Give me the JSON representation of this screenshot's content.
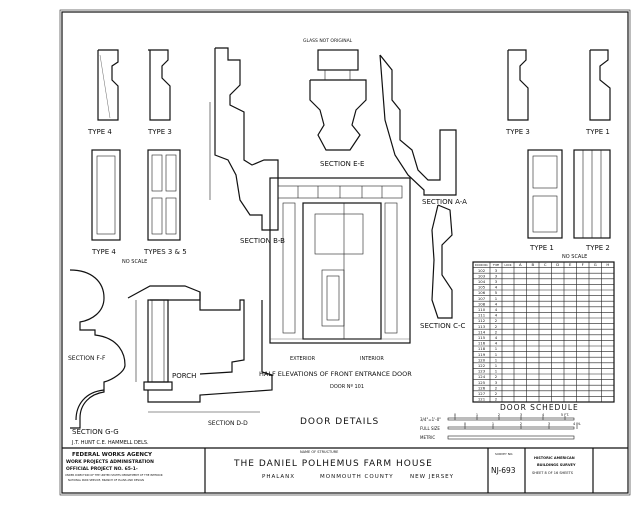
{
  "labels": {
    "type4_top": "TYPE 4",
    "type3_top": "TYPE 3",
    "glass_note": "GLASS NOT ORIGINAL",
    "section_ee": "SECTION E-E",
    "type3_right": "TYPE 3",
    "type1_right": "TYPE 1",
    "section_bb": "SECTION B-B",
    "type4_panel": "TYPE 4",
    "types35_panel": "TYPES 3 & 5",
    "no_scale_left": "NO SCALE",
    "section_aa": "SECTION A-A",
    "type1_panel": "TYPE 1",
    "type2_panel": "TYPE 2",
    "no_scale_right": "NO SCALE",
    "section_cc": "SECTION C-C",
    "section_ff": "SECTION F-F",
    "porch": "PORCH",
    "exterior": "EXTERIOR",
    "interior": "INTERIOR",
    "half_elevations": "HALF ELEVATIONS OF FRONT ENTRANCE DOOR",
    "door_no": "DOOR Nº 101",
    "section_dd": "SECTION D-D",
    "door_details": "DOOR DETAILS",
    "section_gg": "SECTION G-G",
    "delineators": "J.T. HUNT   C.E. HAMMELL   DELS.",
    "door_schedule": "DOOR SCHEDULE"
  },
  "scales": {
    "scale1": "3/4\"=1'-0\"",
    "full_size": "FULL SIZE",
    "metric": "METRIC",
    "ticks_ft": [
      "0",
      "1",
      "2",
      "3",
      "4",
      "5 FT."
    ],
    "ticks_in": [
      "0",
      "1",
      "2",
      "3",
      "4 IN."
    ]
  },
  "schedule": {
    "headers": [
      "DOOR NO.",
      "TYPE",
      "LOCK",
      "A",
      "B",
      "C",
      "D",
      "E",
      "F",
      "G",
      "H"
    ],
    "rows": [
      [
        "102",
        "3"
      ],
      [
        "103",
        "3"
      ],
      [
        "104",
        "3"
      ],
      [
        "105",
        "4"
      ],
      [
        "106",
        "5"
      ],
      [
        "107",
        "1"
      ],
      [
        "108",
        "4"
      ],
      [
        "110",
        "4"
      ],
      [
        "111",
        "4"
      ],
      [
        "112",
        "2"
      ],
      [
        "113",
        "2"
      ],
      [
        "114",
        "2"
      ],
      [
        "115",
        "4"
      ],
      [
        "116",
        "4"
      ],
      [
        "118",
        "1"
      ],
      [
        "119",
        "1"
      ],
      [
        "120",
        "1"
      ],
      [
        "122",
        "1"
      ],
      [
        "123",
        "1"
      ],
      [
        "124",
        "2"
      ],
      [
        "125",
        "3"
      ],
      [
        "126",
        "2"
      ],
      [
        "127",
        "2"
      ],
      [
        "121",
        "2"
      ]
    ]
  },
  "title_block": {
    "agency_1": "FEDERAL WORKS AGENCY",
    "agency_2": "WORK PROJECTS ADMINISTRATION",
    "agency_3": "OFFICIAL PROJECT NO. 65-1-",
    "agency_4": "UNDER DIRECTION OF THE UNITED STATES DEPARTMENT OF THE INTERIOR",
    "agency_5": "NATIONAL PARK SERVICE, BRANCH OF PLANS AND DESIGN",
    "name_caption": "NAME OF STRUCTURE",
    "structure_name": "THE DANIEL POLHEMUS FARM HOUSE",
    "location_1": "PHALANX",
    "location_2": "MONMOUTH COUNTY",
    "location_3": "NEW JERSEY",
    "survey_caption": "SURVEY NO.",
    "survey_no": "NJ-693",
    "habs_1": "HISTORIC AMERICAN",
    "habs_2": "BUILDINGS SURVEY",
    "sheet": "SHEET 8 OF 16 SHEETS"
  }
}
